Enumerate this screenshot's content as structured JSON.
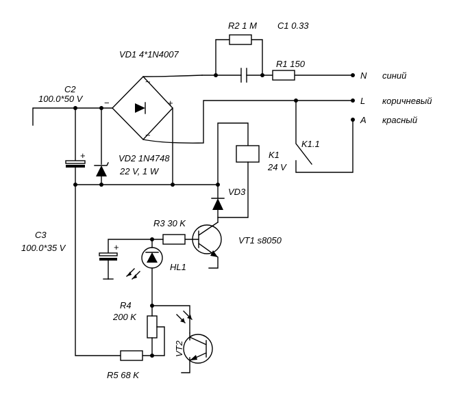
{
  "labels": {
    "vd1": "VD1  4*1N4007",
    "r2": "R2 1 M",
    "c1": "C1  0.33",
    "r1": "R1 150",
    "c2_name": "C2",
    "c2_value": "100.0*50 V",
    "vd2_name": "VD2 1N4748",
    "vd2_value": "22 V, 1 W",
    "k1_name": "K1",
    "k1_value": "24 V",
    "k11": "K1.1",
    "vd3": "VD3",
    "r3": "R3 30 K",
    "vt1": "VT1   s8050",
    "c3_name": "C3",
    "c3_value": "100.0*35 V",
    "hl1": "HL1",
    "r4_name": "R4",
    "r4_value": "200 K",
    "vt2": "VT2",
    "r5": "R5 68 K"
  },
  "terminals": {
    "n_letter": "N",
    "n_wire": "синий",
    "l_letter": "L",
    "l_wire": "коричневый",
    "a_letter": "A",
    "a_wire": "красный"
  },
  "polarity": {
    "plus": "+",
    "minus": "−",
    "ac": "~"
  }
}
